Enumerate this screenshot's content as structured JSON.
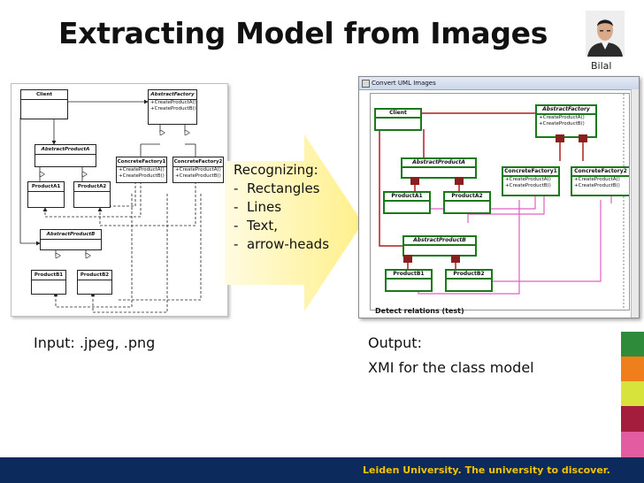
{
  "slide": {
    "title": "Extracting Model from Images",
    "author": "Bilal",
    "input_caption": "Input: .jpeg, .png",
    "output_caption_line1": "Output:",
    "output_caption_line2": "XMI for the class model",
    "footer": "Leiden University. The university to discover."
  },
  "arrow": {
    "heading": "Recognizing:",
    "items": [
      "Rectangles",
      "Lines",
      "Text,",
      "arrow-heads"
    ]
  },
  "input_diagram": {
    "client": "Client",
    "abstract_factory": "AbstractFactory",
    "af_ops": [
      "+CreateProductA()",
      "+CreateProductB()"
    ],
    "abstract_product_a": "AbstractProductA",
    "concrete_factory1": "ConcreteFactory1",
    "concrete_factory2": "ConcreteFactory2",
    "cf_ops": [
      "+CreateProductA()",
      "+CreateProductB()"
    ],
    "product_a1": "ProductA1",
    "product_a2": "ProductA2",
    "abstract_product_b": "AbstractProductB",
    "product_b1": "ProductB1",
    "product_b2": "ProductB2"
  },
  "output_window": {
    "title": "Convert UML Images",
    "client": "Client",
    "abstract_factory": "AbstractFactory",
    "af_ops": [
      "+CreateProductA()",
      "+CreateProductB()"
    ],
    "abstract_product_a": "AbstractProductA",
    "concrete_factory1": "ConcreteFactory1",
    "concrete_factory2": "ConcreteFactory2",
    "cf_ops": [
      "+CreateProductA()",
      "+CreateProductB()"
    ],
    "product_a1": "ProductA1",
    "product_a2": "ProductA2",
    "abstract_product_b": "AbstractProductB",
    "product_b1": "ProductB1",
    "product_b2": "ProductB2",
    "status": "Detect relations (test)"
  },
  "colors": {
    "footer_bg": "#0d2a5c",
    "footer_text": "#f4c300",
    "detect_green": "#1a7a1a",
    "relation_red": "#b11f1f",
    "relation_pink": "#e060c0",
    "arrow_fill": "#fff3a8",
    "stripes": [
      "#2e8b3a",
      "#ee7f1a",
      "#d7e23a",
      "#a51d3c",
      "#e35ba0"
    ]
  }
}
